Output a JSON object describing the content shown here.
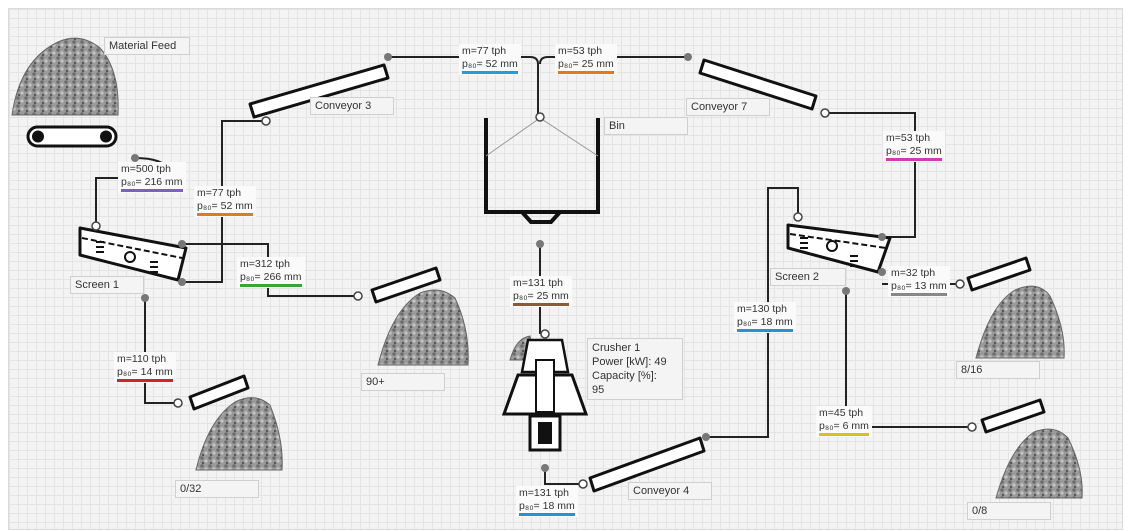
{
  "labels": {
    "material_feed": "Material Feed",
    "conveyor_3": "Conveyor 3",
    "conveyor_7": "Conveyor 7",
    "conveyor_4": "Conveyor 4",
    "bin": "Bin",
    "screen_1": "Screen 1",
    "screen_2": "Screen 2",
    "pile_90": "90+",
    "pile_0_32": "0/32",
    "pile_8_16": "8/16",
    "pile_0_8": "0/8"
  },
  "crusher": {
    "name": "Crusher 1",
    "power": "Power [kW]: 49",
    "capacity_label": "Capacity [%]:",
    "capacity_value": "95"
  },
  "streams": [
    {
      "flow": "m=500 tph",
      "size": "p₈₀= 216 mm",
      "color": "#7b5fc7"
    },
    {
      "flow": "m=77 tph",
      "size": "p₈₀= 52 mm",
      "color": "#e07a1f"
    },
    {
      "flow": "m=312 tph",
      "size": "p₈₀= 266 mm",
      "color": "#3aa535"
    },
    {
      "flow": "m=110 tph",
      "size": "p₈₀= 14 mm",
      "color": "#d32424"
    },
    {
      "flow": "m=77 tph",
      "size": "p₈₀= 52 mm",
      "color": "#2c9ad4"
    },
    {
      "flow": "m=53 tph",
      "size": "p₈₀= 25 mm",
      "color": "#e07a1f"
    },
    {
      "flow": "m=131 tph",
      "size": "p₈₀= 25 mm",
      "color": "#8a5a3a"
    },
    {
      "flow": "m=131 tph",
      "size": "p₈₀= 18 mm",
      "color": "#2c8fd4"
    },
    {
      "flow": "m=53 tph",
      "size": "p₈₀= 25 mm",
      "color": "#d23ab7"
    },
    {
      "flow": "m=130 tph",
      "size": "p₈₀= 18 mm",
      "color": "#2c8fd4"
    },
    {
      "flow": "m=32 tph",
      "size": "p₈₀= 13 mm",
      "color": "#888888"
    },
    {
      "flow": "m=45 tph",
      "size": "p₈₀= 6 mm",
      "color": "#d4c21f"
    }
  ]
}
